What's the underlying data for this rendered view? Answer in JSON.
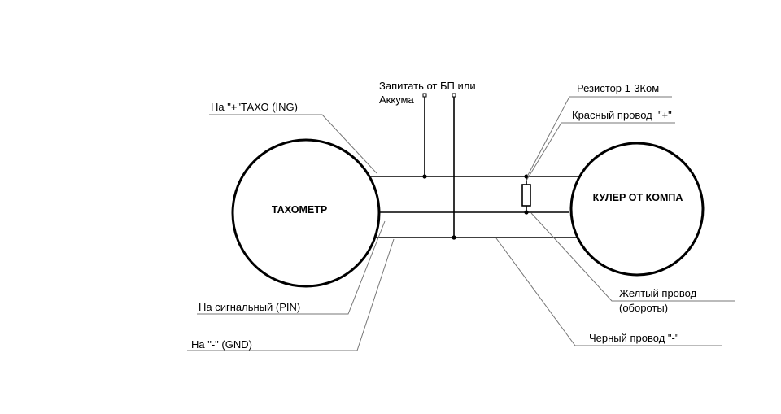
{
  "nodes": {
    "tachometer": "ТАХОМЕТР",
    "cooler": "КУЛЕР ОТ КОМПА"
  },
  "labels": {
    "power_line1": "Запитать от БП или",
    "power_line2": "Аккума",
    "resistor": "Резистор 1-3Ком",
    "red_wire": "Красный провод  \"+\"",
    "plus_taxo": "На \"+\"ТАХО (ING)",
    "yellow_wire_line1": "Желтый провод",
    "yellow_wire_line2": "(обороты)",
    "signal": "На сигнальный (PIN)",
    "black_wire": "Черный провод \"-\"",
    "gnd": "На \"-\" (GND)"
  }
}
